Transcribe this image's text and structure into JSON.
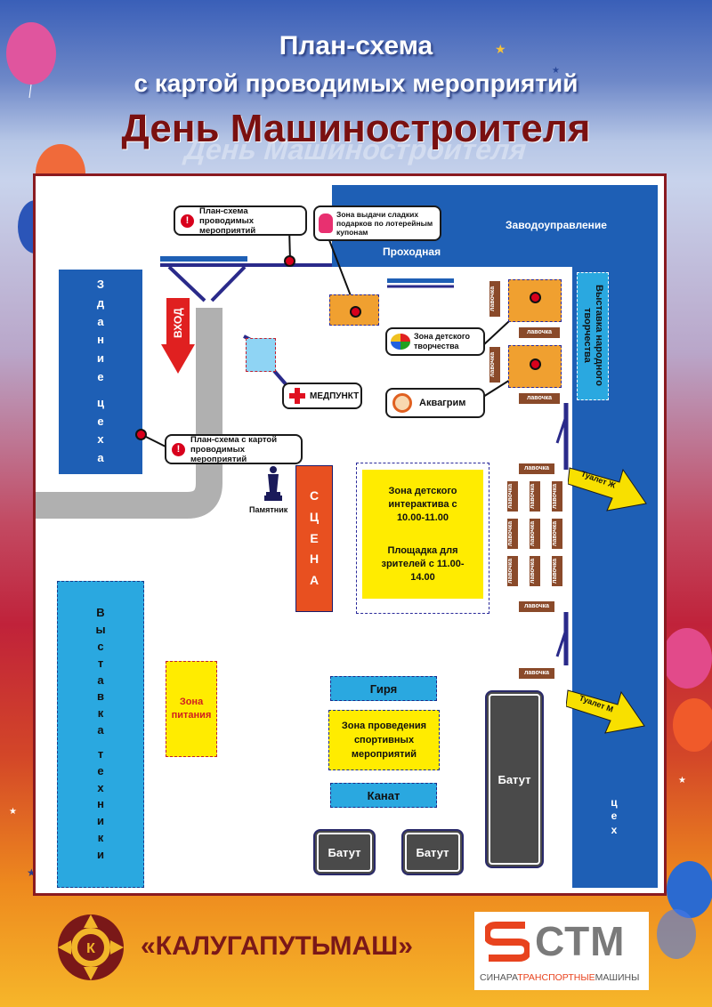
{
  "header": {
    "line1": "План-схема",
    "line2": "с картой проводимых мероприятий",
    "title": "День Машиностроителя",
    "title_shadow": "День Машиностроителя"
  },
  "map": {
    "zavodoupravlenie": "Заводоуправление",
    "prohodnaya": "Проходная",
    "zdanie_ceha": [
      "З",
      "д",
      "а",
      "н",
      "и",
      "е",
      "",
      "ц",
      "е",
      "х",
      "а"
    ],
    "vhod": "ВХОД",
    "vystavka_tehniki": [
      "В",
      "ы",
      "с",
      "т",
      "а",
      "в",
      "к",
      "а",
      "",
      "т",
      "е",
      "х",
      "н",
      "и",
      "к",
      "и"
    ],
    "vystavka_narodnogo": "Выставка народного творчества",
    "ceh": [
      "ц",
      "е",
      "х"
    ],
    "scena": [
      "С",
      "Ц",
      "Е",
      "Н",
      "А"
    ],
    "pamyatnik": "Памятник",
    "zona_pitaniya": "Зона питания",
    "zona_interaktiva": "Зона детского интерактива с 10.00-11.00",
    "ploshadka": "Площадка для зрителей с 11.00-14.00",
    "girya": "Гиря",
    "zona_sport": "Зона проведения спортивных мероприятий",
    "kanat": "Канат",
    "batut": "Батут",
    "tualet_zh": "Туалет Ж",
    "tualet_m": "Туалет М",
    "lavochka": "лавочка"
  },
  "callouts": {
    "plan_top": "План-схема проводимых мероприятий",
    "sweets": "Зона выдачи сладких подарков по лотерейным купонам",
    "kids_art": "Зона детского творчества",
    "medpunkt": "МЕДПУНКТ",
    "aquagrim": "Аквагрим",
    "plan_left": "План-схема с картой проводимых мероприятий"
  },
  "footer": {
    "kpm": "«КАЛУГАПУТЬМАШ»",
    "stm_logo": "СТМ",
    "stm_sub1": "СИНАРА",
    "stm_sub2": "ТРАНСПОРТНЫЕ",
    "stm_sub3": "МАШИНЫ"
  },
  "colors": {
    "accent_red": "#d8001c",
    "building_blue": "#1e5fb5",
    "cyan": "#2aa8e0",
    "yellow": "#ffec00",
    "orange": "#f0a030",
    "bench_brown": "#8a4a2a"
  }
}
